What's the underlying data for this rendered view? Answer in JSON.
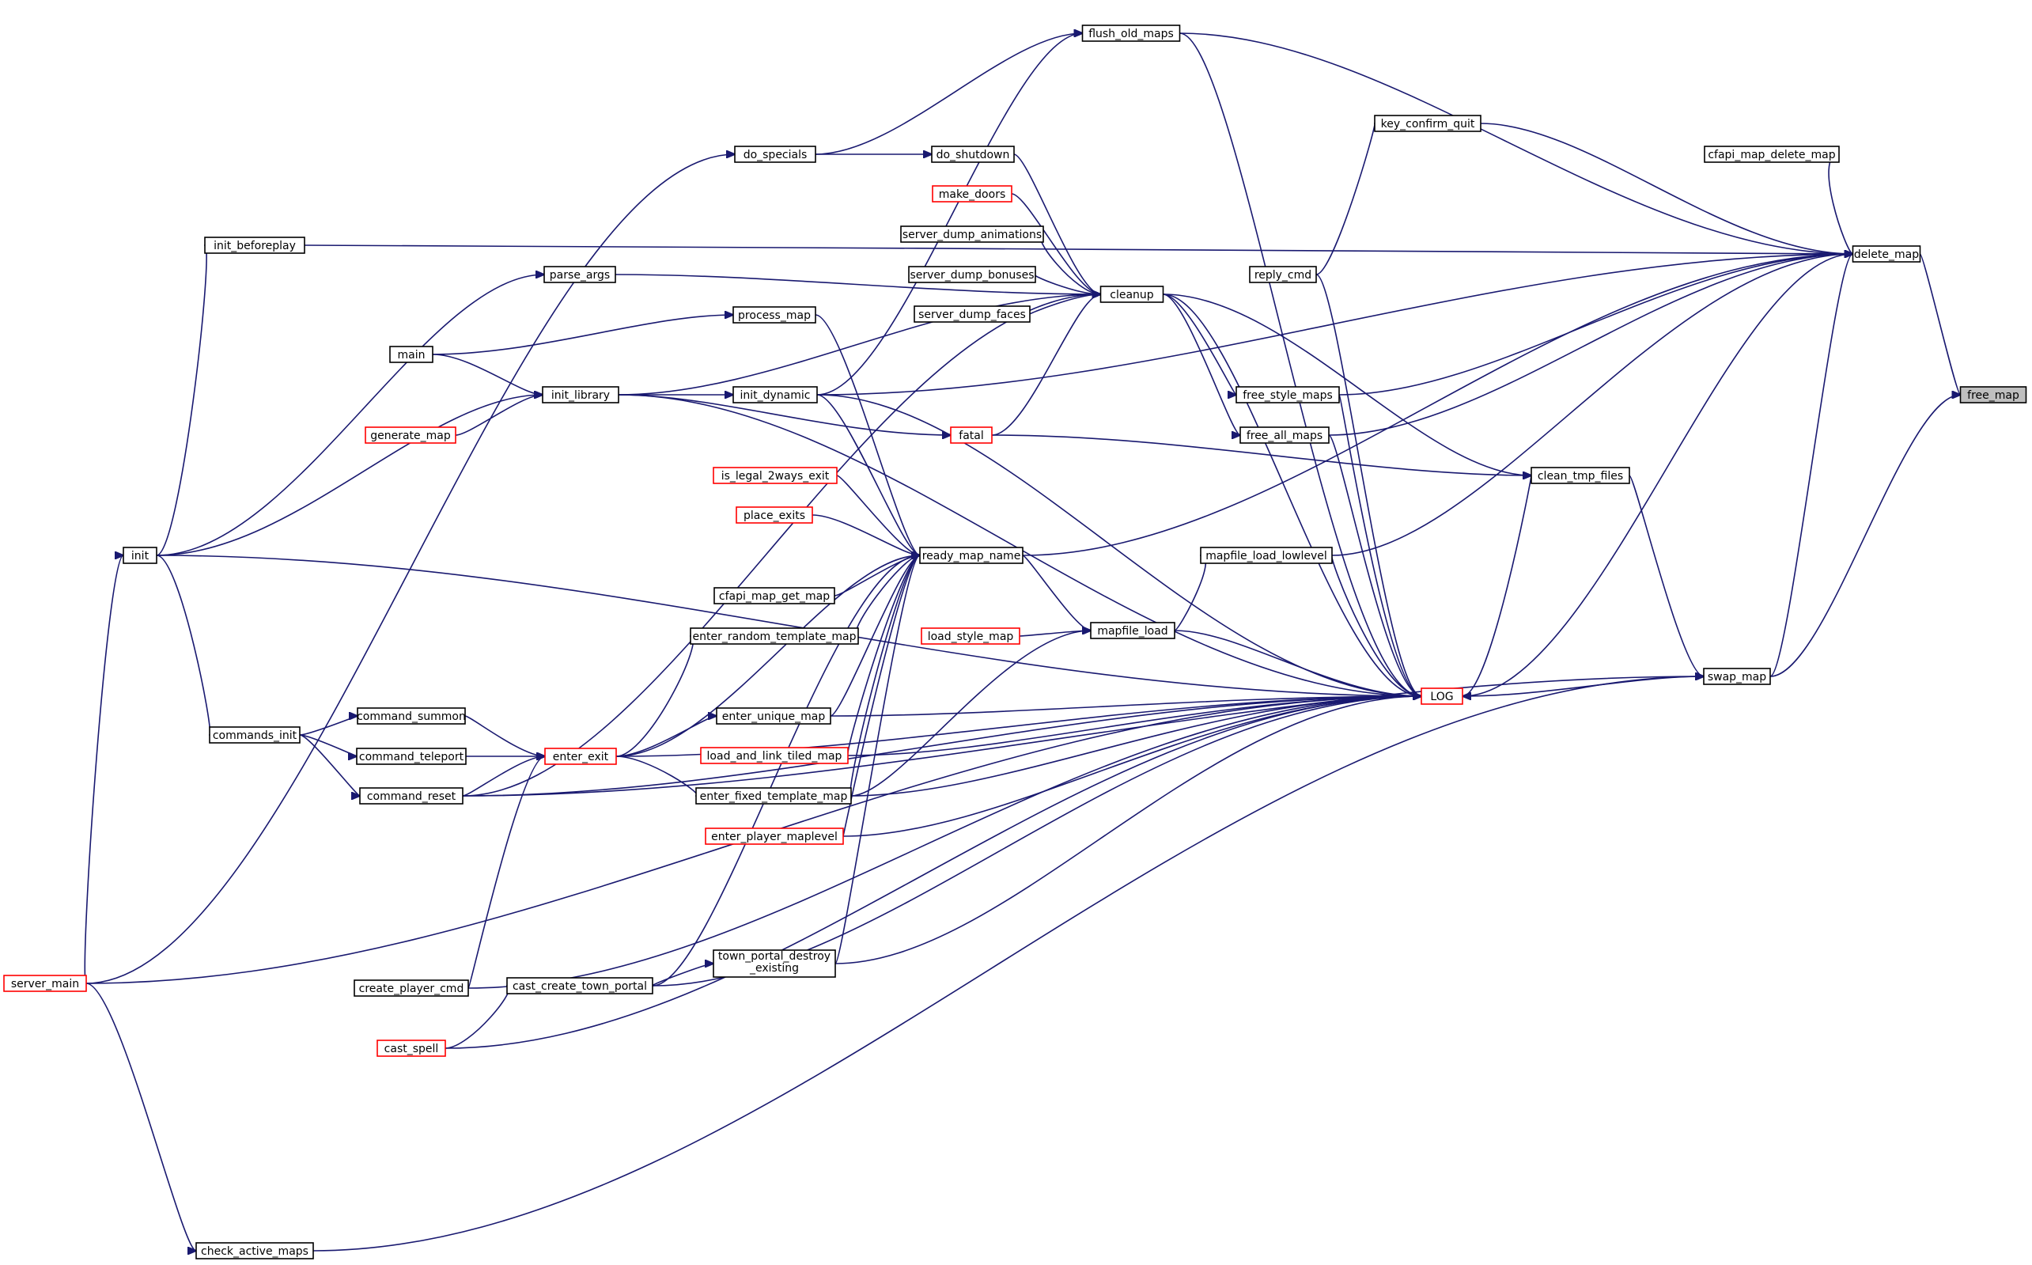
{
  "colors": {
    "edge": "#191970",
    "node_border_normal": "#000000",
    "node_border_truncated": "#ff0000",
    "highlight_fill": "#bfbfbf"
  },
  "nodes": [
    {
      "id": "free_map",
      "label": "free_map",
      "style": "highlight"
    },
    {
      "id": "delete_map",
      "label": "delete_map",
      "style": "normal"
    },
    {
      "id": "swap_map",
      "label": "swap_map",
      "style": "normal"
    },
    {
      "id": "flush_old_maps",
      "label": "flush_old_maps",
      "style": "normal"
    },
    {
      "id": "key_confirm_quit",
      "label": "key_confirm_quit",
      "style": "normal"
    },
    {
      "id": "cfapi_map_delete_map",
      "label": "cfapi_map_delete_map",
      "style": "normal"
    },
    {
      "id": "clean_tmp_files",
      "label": "clean_tmp_files",
      "style": "normal"
    },
    {
      "id": "LOG",
      "label": "LOG",
      "style": "truncated"
    },
    {
      "id": "reply_cmd",
      "label": "reply_cmd",
      "style": "normal"
    },
    {
      "id": "free_style_maps",
      "label": "free_style_maps",
      "style": "normal"
    },
    {
      "id": "free_all_maps",
      "label": "free_all_maps",
      "style": "normal"
    },
    {
      "id": "mapfile_load_lowlevel",
      "label": "mapfile_load_lowlevel",
      "style": "normal"
    },
    {
      "id": "cleanup",
      "label": "cleanup",
      "style": "normal"
    },
    {
      "id": "do_shutdown",
      "label": "do_shutdown",
      "style": "normal"
    },
    {
      "id": "make_doors",
      "label": "make_doors",
      "style": "truncated"
    },
    {
      "id": "server_dump_animations",
      "label": "server_dump_animations",
      "style": "normal"
    },
    {
      "id": "server_dump_bonuses",
      "label": "server_dump_bonuses",
      "style": "normal"
    },
    {
      "id": "server_dump_faces",
      "label": "server_dump_faces",
      "style": "normal"
    },
    {
      "id": "mapfile_load",
      "label": "mapfile_load",
      "style": "normal"
    },
    {
      "id": "ready_map_name",
      "label": "ready_map_name",
      "style": "normal"
    },
    {
      "id": "load_style_map",
      "label": "load_style_map",
      "style": "truncated"
    },
    {
      "id": "fatal",
      "label": "fatal",
      "style": "truncated"
    },
    {
      "id": "do_specials",
      "label": "do_specials",
      "style": "normal"
    },
    {
      "id": "process_map",
      "label": "process_map",
      "style": "normal"
    },
    {
      "id": "init_dynamic",
      "label": "init_dynamic",
      "style": "normal"
    },
    {
      "id": "is_legal_2ways_exit",
      "label": "is_legal_2ways_exit",
      "style": "truncated"
    },
    {
      "id": "place_exits",
      "label": "place_exits",
      "style": "truncated"
    },
    {
      "id": "cfapi_map_get_map",
      "label": "cfapi_map_get_map",
      "style": "normal"
    },
    {
      "id": "enter_random_template_map",
      "label": "enter_random_template_map",
      "style": "normal"
    },
    {
      "id": "enter_unique_map",
      "label": "enter_unique_map",
      "style": "normal"
    },
    {
      "id": "load_and_link_tiled_map",
      "label": "load_and_link_tiled_map",
      "style": "truncated"
    },
    {
      "id": "enter_fixed_template_map",
      "label": "enter_fixed_template_map",
      "style": "normal"
    },
    {
      "id": "enter_player_maplevel",
      "label": "enter_player_maplevel",
      "style": "truncated"
    },
    {
      "id": "town_portal_destroy_existing",
      "label": "town_portal_destroy_existing",
      "label_lines": [
        "town_portal_destroy",
        "_existing"
      ],
      "style": "normal"
    },
    {
      "id": "init_beforeplay",
      "label": "init_beforeplay",
      "style": "normal"
    },
    {
      "id": "parse_args",
      "label": "parse_args",
      "style": "normal"
    },
    {
      "id": "main",
      "label": "main",
      "style": "normal"
    },
    {
      "id": "init_library",
      "label": "init_library",
      "style": "normal"
    },
    {
      "id": "generate_map",
      "label": "generate_map",
      "style": "truncated"
    },
    {
      "id": "init",
      "label": "init",
      "style": "normal"
    },
    {
      "id": "commands_init",
      "label": "commands_init",
      "style": "normal"
    },
    {
      "id": "command_summon",
      "label": "command_summon",
      "style": "normal"
    },
    {
      "id": "command_teleport",
      "label": "command_teleport",
      "style": "normal"
    },
    {
      "id": "command_reset",
      "label": "command_reset",
      "style": "normal"
    },
    {
      "id": "enter_exit",
      "label": "enter_exit",
      "style": "truncated"
    },
    {
      "id": "create_player_cmd",
      "label": "create_player_cmd",
      "style": "normal"
    },
    {
      "id": "cast_create_town_portal",
      "label": "cast_create_town_portal",
      "style": "normal"
    },
    {
      "id": "cast_spell",
      "label": "cast_spell",
      "style": "truncated"
    },
    {
      "id": "server_main",
      "label": "server_main",
      "style": "truncated"
    },
    {
      "id": "check_active_maps",
      "label": "check_active_maps",
      "style": "normal"
    }
  ],
  "edges": [
    [
      "delete_map",
      "free_map"
    ],
    [
      "swap_map",
      "free_map"
    ],
    [
      "flush_old_maps",
      "delete_map"
    ],
    [
      "key_confirm_quit",
      "delete_map"
    ],
    [
      "cfapi_map_delete_map",
      "delete_map"
    ],
    [
      "free_style_maps",
      "delete_map"
    ],
    [
      "free_all_maps",
      "delete_map"
    ],
    [
      "ready_map_name",
      "delete_map"
    ],
    [
      "mapfile_load_lowlevel",
      "delete_map"
    ],
    [
      "LOG",
      "delete_map"
    ],
    [
      "swap_map",
      "delete_map"
    ],
    [
      "init_dynamic",
      "delete_map"
    ],
    [
      "reply_cmd",
      "key_confirm_quit"
    ],
    [
      "do_specials",
      "flush_old_maps"
    ],
    [
      "init_dynamic",
      "flush_old_maps"
    ],
    [
      "do_shutdown",
      "cleanup"
    ],
    [
      "make_doors",
      "cleanup"
    ],
    [
      "server_dump_animations",
      "cleanup"
    ],
    [
      "server_dump_bonuses",
      "cleanup"
    ],
    [
      "server_dump_faces",
      "cleanup"
    ],
    [
      "init_library",
      "cleanup"
    ],
    [
      "parse_args",
      "cleanup"
    ],
    [
      "fatal",
      "cleanup"
    ],
    [
      "cleanup",
      "free_style_maps"
    ],
    [
      "cleanup",
      "free_all_maps"
    ],
    [
      "cleanup",
      "clean_tmp_files"
    ],
    [
      "fatal",
      "clean_tmp_files"
    ],
    [
      "LOG",
      "clean_tmp_files"
    ],
    [
      "clean_tmp_files",
      "swap_map"
    ],
    [
      "swap_map",
      "LOG"
    ],
    [
      "flush_old_maps",
      "LOG"
    ],
    [
      "reply_cmd",
      "LOG"
    ],
    [
      "free_style_maps",
      "LOG"
    ],
    [
      "free_all_maps",
      "LOG"
    ],
    [
      "cleanup",
      "LOG"
    ],
    [
      "mapfile_load_lowlevel",
      "LOG"
    ],
    [
      "mapfile_load",
      "LOG"
    ],
    [
      "init_dynamic",
      "LOG"
    ],
    [
      "init_library",
      "LOG"
    ],
    [
      "enter_unique_map",
      "LOG"
    ],
    [
      "load_and_link_tiled_map",
      "LOG"
    ],
    [
      "enter_fixed_template_map",
      "LOG"
    ],
    [
      "enter_player_maplevel",
      "LOG"
    ],
    [
      "town_portal_destroy_existing",
      "LOG"
    ],
    [
      "cast_create_town_portal",
      "LOG"
    ],
    [
      "create_player_cmd",
      "LOG"
    ],
    [
      "cast_spell",
      "LOG"
    ],
    [
      "command_reset",
      "LOG"
    ],
    [
      "init",
      "LOG"
    ],
    [
      "server_main",
      "LOG"
    ],
    [
      "enter_exit",
      "LOG"
    ],
    [
      "command_reset",
      "swap_map"
    ],
    [
      "check_active_maps",
      "swap_map"
    ],
    [
      "mapfile_load",
      "mapfile_load_lowlevel"
    ],
    [
      "load_style_map",
      "mapfile_load"
    ],
    [
      "ready_map_name",
      "mapfile_load"
    ],
    [
      "enter_fixed_template_map",
      "mapfile_load"
    ],
    [
      "process_map",
      "ready_map_name"
    ],
    [
      "init_dynamic",
      "ready_map_name"
    ],
    [
      "is_legal_2ways_exit",
      "ready_map_name"
    ],
    [
      "place_exits",
      "ready_map_name"
    ],
    [
      "cfapi_map_get_map",
      "ready_map_name"
    ],
    [
      "enter_random_template_map",
      "ready_map_name"
    ],
    [
      "enter_unique_map",
      "ready_map_name"
    ],
    [
      "load_and_link_tiled_map",
      "ready_map_name"
    ],
    [
      "enter_fixed_template_map",
      "ready_map_name"
    ],
    [
      "enter_player_maplevel",
      "ready_map_name"
    ],
    [
      "town_portal_destroy_existing",
      "ready_map_name"
    ],
    [
      "cast_create_town_portal",
      "ready_map_name"
    ],
    [
      "enter_exit",
      "ready_map_name"
    ],
    [
      "do_specials",
      "do_shutdown"
    ],
    [
      "init_library",
      "init_dynamic"
    ],
    [
      "init_library",
      "fatal"
    ],
    [
      "main",
      "init_library"
    ],
    [
      "main",
      "process_map"
    ],
    [
      "init",
      "init_library"
    ],
    [
      "generate_map",
      "init_library"
    ],
    [
      "init",
      "init_beforeplay"
    ],
    [
      "init",
      "parse_args"
    ],
    [
      "init",
      "commands_init"
    ],
    [
      "commands_init",
      "command_summon"
    ],
    [
      "commands_init",
      "command_teleport"
    ],
    [
      "commands_init",
      "command_reset"
    ],
    [
      "command_summon",
      "enter_exit"
    ],
    [
      "command_teleport",
      "enter_exit"
    ],
    [
      "command_reset",
      "enter_exit"
    ],
    [
      "create_player_cmd",
      "enter_exit"
    ],
    [
      "enter_exit",
      "enter_random_template_map"
    ],
    [
      "enter_exit",
      "enter_unique_map"
    ],
    [
      "enter_exit",
      "enter_fixed_template_map"
    ],
    [
      "cast_create_town_portal",
      "town_portal_destroy_existing"
    ],
    [
      "cast_spell",
      "cast_create_town_portal"
    ],
    [
      "server_main",
      "do_specials"
    ],
    [
      "server_main",
      "init"
    ],
    [
      "server_main",
      "check_active_maps"
    ],
    [
      "init_beforeplay",
      "delete_map"
    ],
    [
      "command_reset",
      "cleanup"
    ]
  ]
}
